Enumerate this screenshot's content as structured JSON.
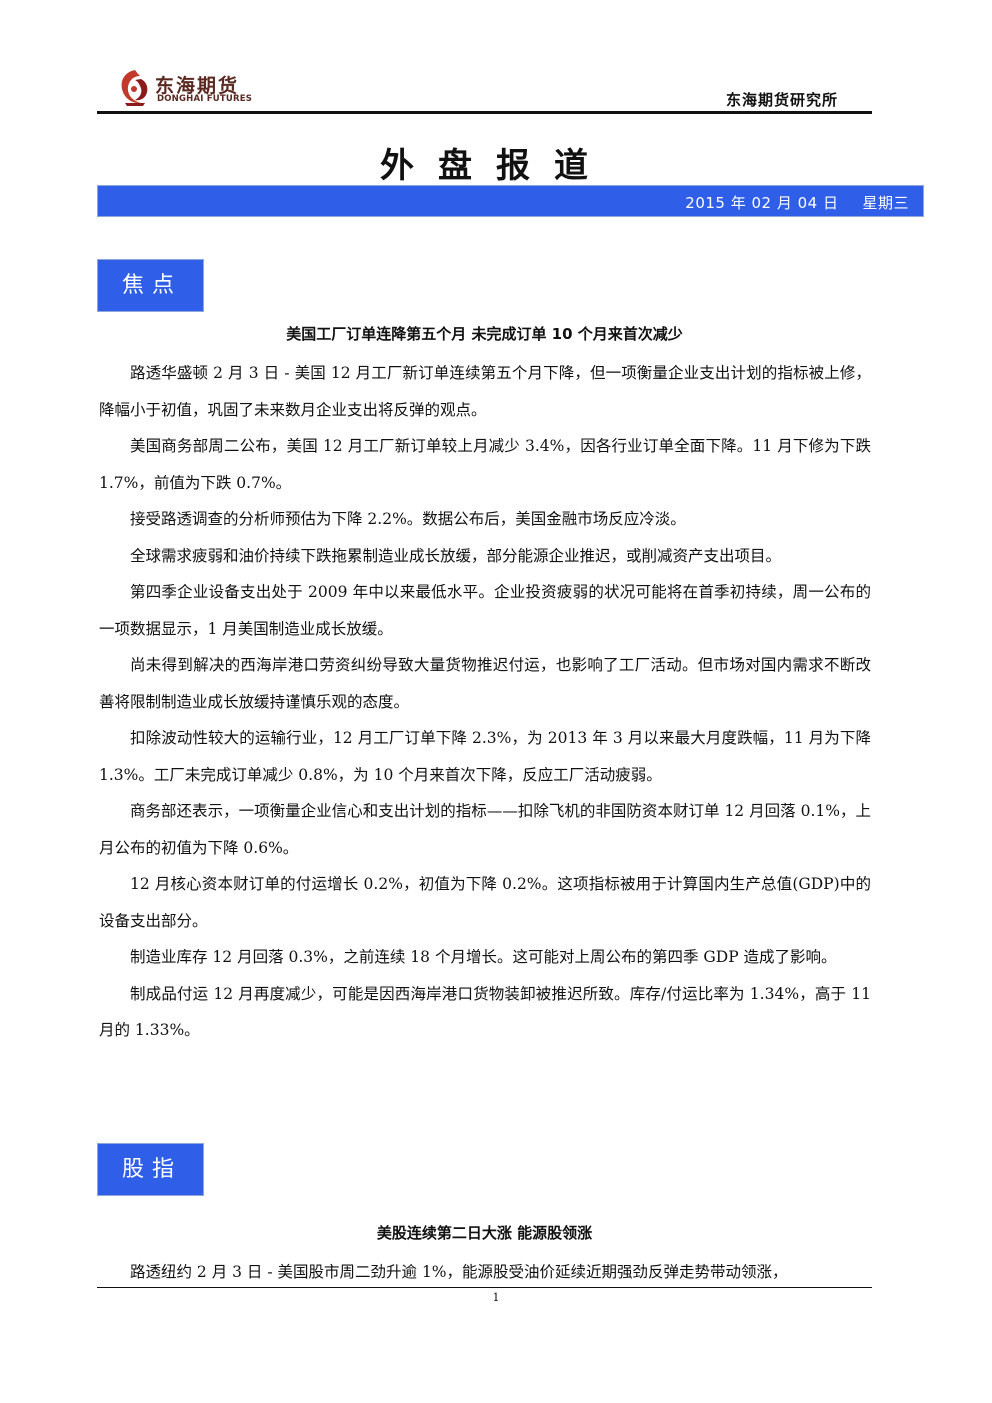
{
  "header": {
    "logo_cn": "东海期货",
    "logo_en": "DONGHAI FUTURES",
    "institute": "东海期货研究所"
  },
  "report_title": "外盘报道",
  "date_bar": {
    "date": "2015 年 02 月 04 日",
    "weekday": "星期三"
  },
  "sections": [
    {
      "tab": "焦点",
      "headline": "美国工厂订单连降第五个月  未完成订单 10 个月来首次减少",
      "paragraphs": [
        "路透华盛顿 2 月 3 日 - 美国 12 月工厂新订单连续第五个月下降，但一项衡量企业支出计划的指标被上修，降幅小于初值，巩固了未来数月企业支出将反弹的观点。",
        "美国商务部周二公布，美国 12 月工厂新订单较上月减少 3.4%，因各行业订单全面下降。11 月下修为下跌 1.7%，前值为下跌 0.7%。",
        "接受路透调查的分析师预估为下降 2.2%。数据公布后，美国金融市场反应冷淡。",
        "全球需求疲弱和油价持续下跌拖累制造业成长放缓，部分能源企业推迟，或削减资产支出项目。",
        "第四季企业设备支出处于 2009 年中以来最低水平。企业投资疲弱的状况可能将在首季初持续，周一公布的一项数据显示，1 月美国制造业成长放缓。",
        "尚未得到解决的西海岸港口劳资纠纷导致大量货物推迟付运，也影响了工厂活动。但市场对国内需求不断改善将限制制造业成长放缓持谨慎乐观的态度。",
        "扣除波动性较大的运输行业，12 月工厂订单下降 2.3%，为 2013 年 3 月以来最大月度跌幅，11 月为下降 1.3%。工厂未完成订单减少 0.8%，为 10 个月来首次下降，反应工厂活动疲弱。",
        "商务部还表示，一项衡量企业信心和支出计划的指标——扣除飞机的非国防资本财订单 12 月回落 0.1%，上月公布的初值为下降 0.6%。",
        "12 月核心资本财订单的付运增长 0.2%，初值为下降 0.2%。这项指标被用于计算国内生产总值(GDP)中的设备支出部分。",
        "制造业库存 12 月回落 0.3%，之前连续 18 个月增长。这可能对上周公布的第四季 GDP 造成了影响。",
        "制成品付运 12 月再度减少，可能是因西海岸港口货物装卸被推迟所致。库存/付运比率为 1.34%，高于 11 月的 1.33%。"
      ]
    },
    {
      "tab": "股指",
      "headline": "美股连续第二日大涨  能源股领涨",
      "paragraphs": [
        "路透纽约 2 月 3 日 - 美国股市周二劲升逾 1%，能源股受油价延续近期强劲反弹走势带动领涨，"
      ]
    }
  ],
  "footer": {
    "page_number": "1"
  }
}
